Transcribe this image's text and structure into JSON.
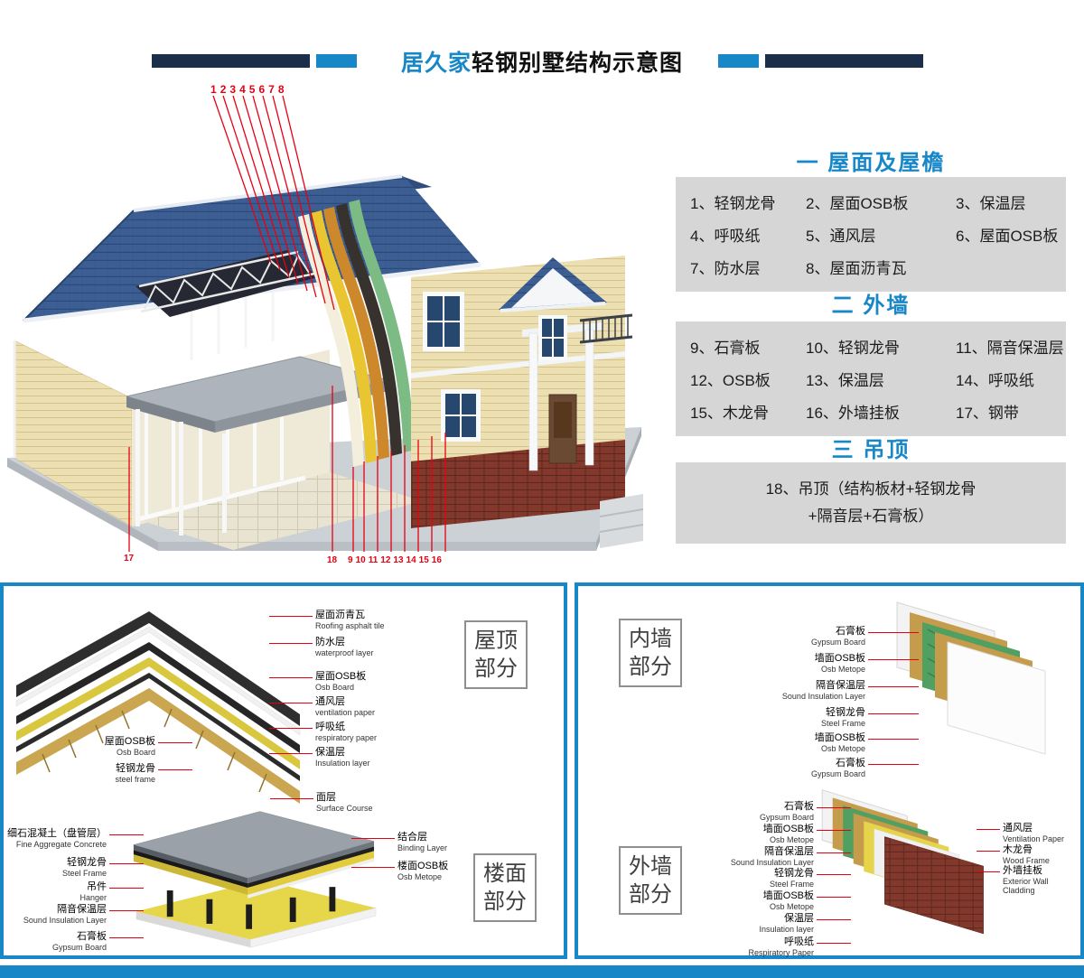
{
  "colors": {
    "accent_blue": "#1787c8",
    "dark_navy": "#1b2f4b",
    "callout_red": "#e60012",
    "legend_box_gray": "#d6d6d6",
    "roof_blue": "#3c5e93",
    "brick_red": "#83382c"
  },
  "header": {
    "title_brand": "居久家",
    "title_rest": "轻钢别墅结构示意图"
  },
  "callouts": {
    "top": [
      "1",
      "2",
      "3",
      "4",
      "5",
      "6",
      "7",
      "8"
    ],
    "left_bottom": "17",
    "bottom_first": "18",
    "bottom": [
      "9",
      "10",
      "11",
      "12",
      "13",
      "14",
      "15",
      "16"
    ]
  },
  "legend": {
    "section1": {
      "heading": "一 屋面及屋檐",
      "items": [
        "1、轻钢龙骨",
        "2、屋面OSB板",
        "3、保温层",
        "4、呼吸纸",
        "5、通风层",
        "6、屋面OSB板",
        "7、防水层",
        "8、屋面沥青瓦"
      ]
    },
    "section2": {
      "heading": "二 外墙",
      "items": [
        "9、石膏板",
        "10、轻钢龙骨",
        "11、隔音保温层",
        "12、OSB板",
        "13、保温层",
        "14、呼吸纸",
        "15、木龙骨",
        "16、外墙挂板",
        "17、钢带"
      ]
    },
    "section3": {
      "heading": "三 吊顶",
      "line1": "18、吊顶（结构板材+轻钢龙骨",
      "line2": "+隔音层+石膏板）"
    }
  },
  "roof_panel": {
    "tag_top": {
      "line1": "屋顶",
      "line2": "部分"
    },
    "tag_bottom": {
      "line1": "楼面",
      "line2": "部分"
    },
    "roof_right": [
      {
        "cn": "屋面沥青瓦",
        "en": "Roofing asphalt tile"
      },
      {
        "cn": "防水层",
        "en": "waterproof layer"
      },
      {
        "cn": "屋面OSB板",
        "en": "Osb Board"
      },
      {
        "cn": "通风层",
        "en": "ventilation paper"
      },
      {
        "cn": "呼吸纸",
        "en": "respiratory paper"
      },
      {
        "cn": "保温层",
        "en": "Insulation layer"
      }
    ],
    "roof_left": [
      {
        "cn": "屋面OSB板",
        "en": "Osb Board"
      },
      {
        "cn": "轻钢龙骨",
        "en": "steel frame"
      }
    ],
    "floor_right": [
      {
        "cn": "面层",
        "en": "Surface Course"
      },
      {
        "cn": "结合层",
        "en": "Binding Layer"
      },
      {
        "cn": "楼面OSB板",
        "en": "Osb Metope"
      }
    ],
    "floor_left": [
      {
        "cn": "细石混凝土（盘管层）",
        "en": "Fine Aggregate Concrete"
      },
      {
        "cn": "轻钢龙骨",
        "en": "Steel Frame"
      },
      {
        "cn": "吊件",
        "en": "Hanger"
      },
      {
        "cn": "隔音保温层",
        "en": "Sound Insulation Layer"
      },
      {
        "cn": "石膏板",
        "en": "Gypsum Board"
      }
    ]
  },
  "wall_panel": {
    "tag_top": {
      "line1": "内墙",
      "line2": "部分"
    },
    "tag_bottom": {
      "line1": "外墙",
      "line2": "部分"
    },
    "interior": [
      {
        "cn": "石膏板",
        "en": "Gypsum Board"
      },
      {
        "cn": "墙面OSB板",
        "en": "Osb Metope"
      },
      {
        "cn": "隔音保温层",
        "en": "Sound Insulation Layer"
      },
      {
        "cn": "轻钢龙骨",
        "en": "Steel Frame"
      },
      {
        "cn": "墙面OSB板",
        "en": "Osb Metope"
      },
      {
        "cn": "石膏板",
        "en": "Gypsum Board"
      }
    ],
    "exterior_left": [
      {
        "cn": "石膏板",
        "en": "Gypsum Board"
      },
      {
        "cn": "墙面OSB板",
        "en": "Osb Metope"
      },
      {
        "cn": "隔音保温层",
        "en": "Sound Insulation Layer"
      },
      {
        "cn": "轻钢龙骨",
        "en": "Steel Frame"
      },
      {
        "cn": "墙面OSB板",
        "en": "Osb Metope"
      },
      {
        "cn": "保温层",
        "en": "Insulation layer"
      },
      {
        "cn": "呼吸纸",
        "en": "Respiratory Paper"
      }
    ],
    "exterior_right": [
      {
        "cn": "通风层",
        "en": "Ventilation Paper"
      },
      {
        "cn": "木龙骨",
        "en": "Wood Frame"
      },
      {
        "cn": "外墙挂板",
        "en": "Exterior Wall Cladding"
      }
    ]
  }
}
